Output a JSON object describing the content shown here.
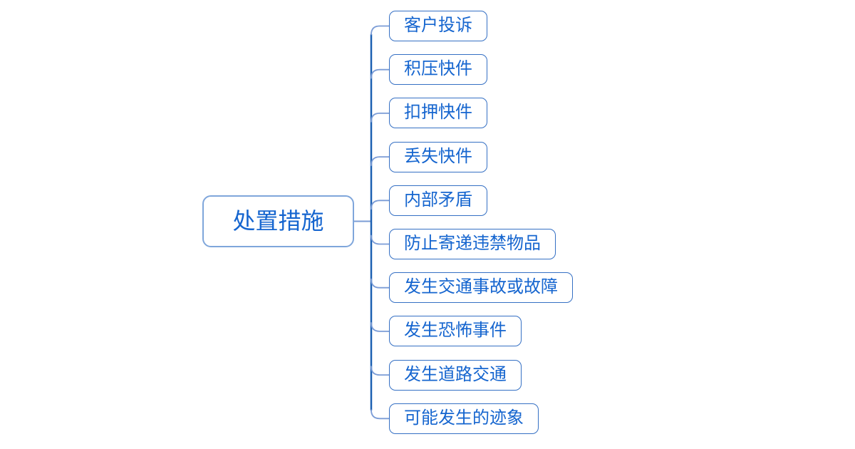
{
  "diagram": {
    "type": "mindmap",
    "root": {
      "label": "处置措施"
    },
    "children": [
      {
        "label": "客户投诉"
      },
      {
        "label": "积压快件"
      },
      {
        "label": "扣押快件"
      },
      {
        "label": "丢失快件"
      },
      {
        "label": "内部矛盾"
      },
      {
        "label": "防止寄递违禁物品"
      },
      {
        "label": "发生交通事故或故障"
      },
      {
        "label": "发生恐怖事件"
      },
      {
        "label": "发生道路交通"
      },
      {
        "label": "可能发生的迹象"
      }
    ],
    "colors": {
      "background": "#ffffff",
      "text": "#1565cf",
      "root_border": "#7fa6db",
      "child_border": "#3570c4",
      "spine_line": "#1c60b2",
      "branch_line": "#7b9cd6"
    }
  }
}
